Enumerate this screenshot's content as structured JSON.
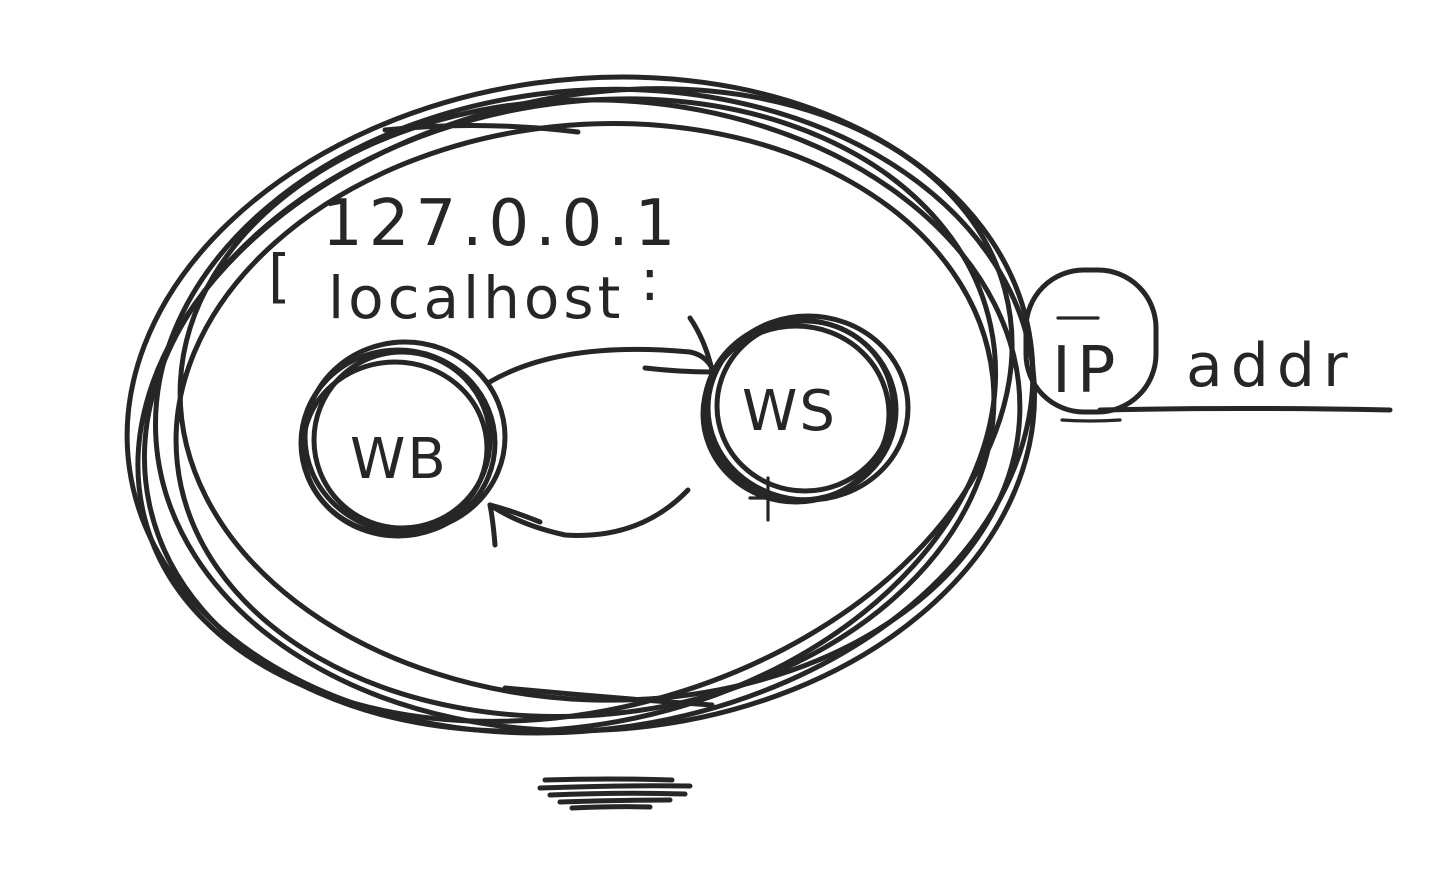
{
  "diagram": {
    "loopback": {
      "ip": "127.0.0.1",
      "hostname": "localhost",
      "bracket": "["
    },
    "nodes": {
      "wb": "WB",
      "ws": "WS"
    },
    "external": {
      "ip_label": "IP",
      "addr_label": "addr"
    }
  },
  "colors": {
    "ink": "#262626",
    "background": "#ffffff"
  }
}
